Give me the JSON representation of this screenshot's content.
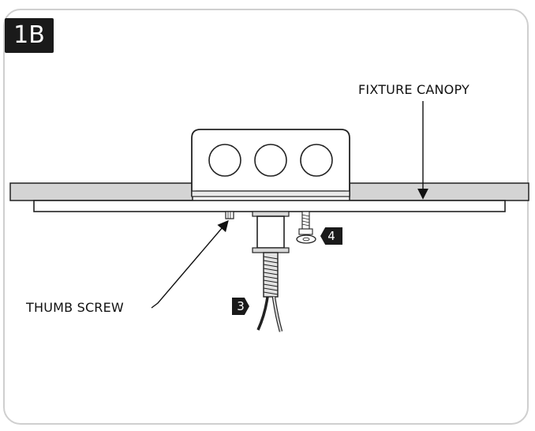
{
  "figure_label": "1B",
  "callouts": {
    "fixture_canopy": "FIXTURE CANOPY",
    "thumb_screw": "THUMB SCREW"
  },
  "badges": {
    "wire": "3",
    "screw": "4"
  }
}
